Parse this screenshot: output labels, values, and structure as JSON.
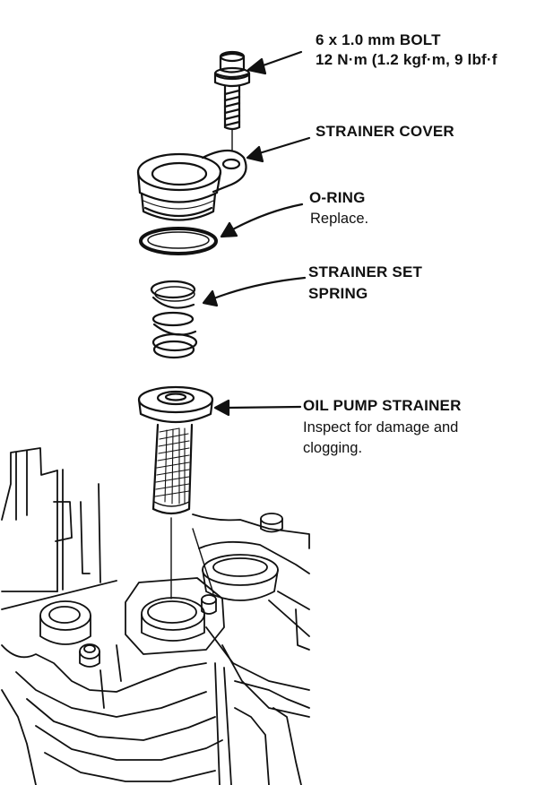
{
  "callouts": {
    "bolt": {
      "line1": "6 x 1.0 mm BOLT",
      "line2": "12 N·m (1.2 kgf·m, 9 lbf·f"
    },
    "strainer_cover": {
      "label": "STRAINER COVER"
    },
    "o_ring": {
      "label": "O-RING",
      "note": "Replace."
    },
    "strainer_set_spring": {
      "line1": "STRAINER SET",
      "line2": "SPRING"
    },
    "oil_pump_strainer": {
      "label": "OIL PUMP STRAINER",
      "note_line1": "Inspect for damage and",
      "note_line2": "clogging."
    }
  },
  "colors": {
    "ink": "#111111",
    "paper": "#ffffff"
  }
}
